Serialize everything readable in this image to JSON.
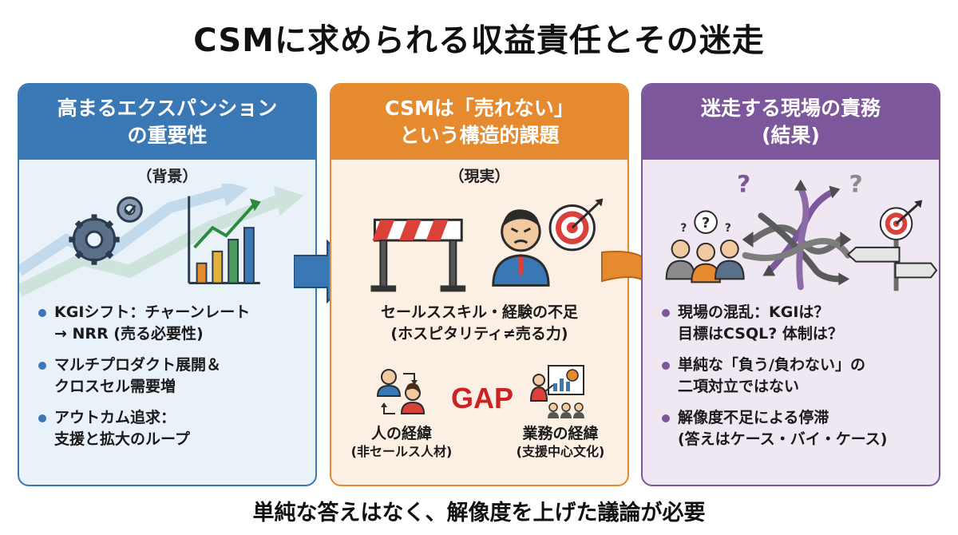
{
  "title": "CSMに求められる収益責任とその迷走",
  "panels": [
    {
      "heading_line1": "高まるエクスパンション",
      "heading_line2": "の重要性",
      "subtitle": "（背景）",
      "bullets": [
        {
          "line1": "KGIシフト：チャーンレート",
          "line2": "→ NRR (売る必要性)"
        },
        {
          "line1": "マルチプロダクト展開＆",
          "line2": "クロスセル需要増"
        },
        {
          "line1": "アウトカム追求：",
          "line2": "支援と拡大のループ"
        }
      ],
      "icons": [
        "gears-icon",
        "growth-bar-chart-icon",
        "rising-arrows-icon"
      ]
    },
    {
      "heading_line1": "CSMは「売れない」",
      "heading_line2": "という構造的課題",
      "subtitle": "（現実）",
      "main_line1": "セールススキル・経験の不足",
      "main_line2": "(ホスピタリティ≠売る力)",
      "gap_label": "GAP",
      "left_item": {
        "line1": "人の経緯",
        "line2": "(非セールス人材)"
      },
      "right_item": {
        "line1": "業務の経緯",
        "line2": "(支援中心文化)"
      },
      "icons": [
        "barrier-icon",
        "frustrated-person-icon",
        "target-icon",
        "people-swap-icon",
        "presenter-icon"
      ]
    },
    {
      "heading_line1": "迷走する現場の責務",
      "heading_line2": "(結果)",
      "bullets": [
        {
          "line1": "現場の混乱：KGIは？",
          "line2": "目標はCSQL? 体制は？"
        },
        {
          "line1": "単純な「負う/負わない」の",
          "line2": "二項対立ではない"
        },
        {
          "line1": "解像度不足による停滞",
          "line2": "(答えはケース・バイ・ケース)"
        }
      ],
      "icons": [
        "confused-team-icon",
        "tangled-arrows-icon",
        "signpost-target-icon"
      ]
    }
  ],
  "footer": "単純な答えはなく、解像度を上げた議論が必要",
  "colors": {
    "blue": "#3a78b5",
    "orange": "#e58a2e",
    "purple": "#7d579b",
    "gap_red": "#cc2222"
  }
}
